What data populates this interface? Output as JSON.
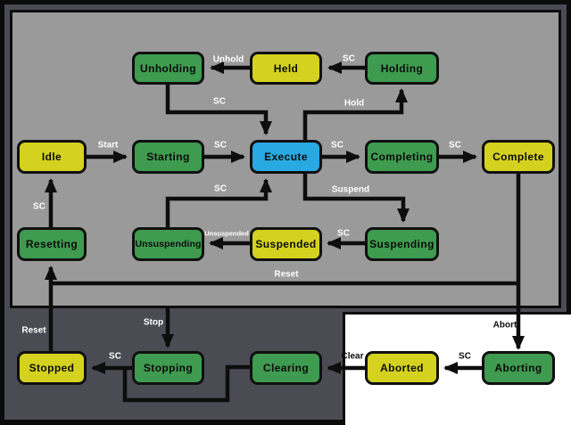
{
  "palette": {
    "green_state": "#3E9B4F",
    "yellow_state": "#D5D21F",
    "blue_state": "#29A9E1",
    "inner_region_gray": "#9A9A9A",
    "outer_region_slate": "#4B4B54",
    "abort_region_white": "#FFFFFF",
    "line_black": "#0D0D0D"
  },
  "states": [
    {
      "id": "unholding",
      "label": "Unholding",
      "role": "green_state"
    },
    {
      "id": "held",
      "label": "Held",
      "role": "yellow_state"
    },
    {
      "id": "holding",
      "label": "Holding",
      "role": "green_state"
    },
    {
      "id": "idle",
      "label": "Idle",
      "role": "yellow_state"
    },
    {
      "id": "starting",
      "label": "Starting",
      "role": "green_state"
    },
    {
      "id": "execute",
      "label": "Execute",
      "role": "blue_state"
    },
    {
      "id": "completing",
      "label": "Completing",
      "role": "green_state"
    },
    {
      "id": "complete",
      "label": "Complete",
      "role": "yellow_state"
    },
    {
      "id": "resetting",
      "label": "Resetting",
      "role": "green_state"
    },
    {
      "id": "unsuspending",
      "label": "Unsuspending",
      "role": "green_state"
    },
    {
      "id": "suspended",
      "label": "Suspended",
      "role": "yellow_state"
    },
    {
      "id": "suspending",
      "label": "Suspending",
      "role": "green_state"
    },
    {
      "id": "stopped",
      "label": "Stopped",
      "role": "yellow_state"
    },
    {
      "id": "stopping",
      "label": "Stopping",
      "role": "green_state"
    },
    {
      "id": "clearing",
      "label": "Clearing",
      "role": "green_state"
    },
    {
      "id": "aborted",
      "label": "Aborted",
      "role": "yellow_state"
    },
    {
      "id": "aborting",
      "label": "Aborting",
      "role": "green_state"
    }
  ],
  "transitions": [
    {
      "label": "Unhold"
    },
    {
      "label": "SC"
    },
    {
      "label": "SC"
    },
    {
      "label": "Hold"
    },
    {
      "label": "Start"
    },
    {
      "label": "SC"
    },
    {
      "label": "SC"
    },
    {
      "label": "SC"
    },
    {
      "label": "Suspend"
    },
    {
      "label": "SC"
    },
    {
      "label": "Unsuspended"
    },
    {
      "label": "SC"
    },
    {
      "label": "SC"
    },
    {
      "label": "Reset"
    },
    {
      "label": "Reset"
    },
    {
      "label": "Stop"
    },
    {
      "label": "SC"
    },
    {
      "label": "Clear"
    },
    {
      "label": "SC"
    },
    {
      "label": "Abort"
    }
  ]
}
